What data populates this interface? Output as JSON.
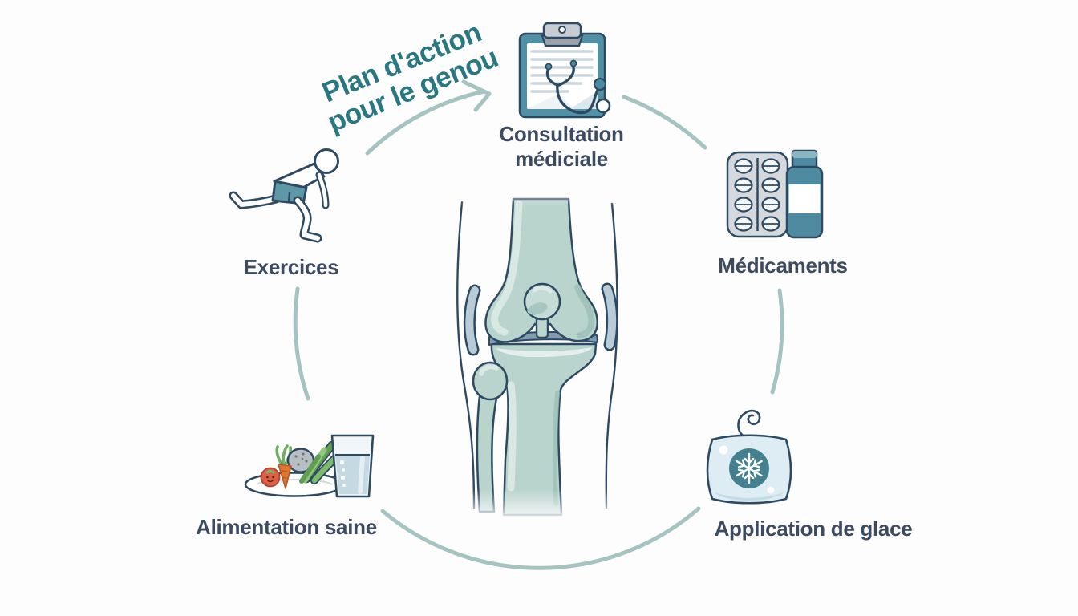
{
  "title": {
    "line1": "Plan d'action",
    "line2": "pour le genou"
  },
  "center_illustration": "knee-joint-anatomy",
  "items": {
    "consultation": {
      "label_line1": "Consultation",
      "label_line2": "médiciale",
      "icon": "clipboard-stethoscope-icon"
    },
    "medicaments": {
      "label": "Médicaments",
      "icon": "pill-blister-and-bottle-icon"
    },
    "glace": {
      "label": "Application de glace",
      "icon": "ice-pack-snowflake-icon"
    },
    "alimentation": {
      "label": "Alimentation saine",
      "icon": "healthy-plate-and-water-icon"
    },
    "exercices": {
      "label": "Exercices",
      "icon": "running-person-icon"
    }
  },
  "colors": {
    "background": "#fdfdfe",
    "arc": "#a5c4c1",
    "title_teal": "#287781",
    "label_text": "#3d4b61",
    "outline_navy": "#2e4a63",
    "icon_teal": "#4e8ba0",
    "bone_fill": "#b9d3cd",
    "meniscus_blue": "#7e9cb4",
    "ice_fill": "#ddedf3"
  }
}
